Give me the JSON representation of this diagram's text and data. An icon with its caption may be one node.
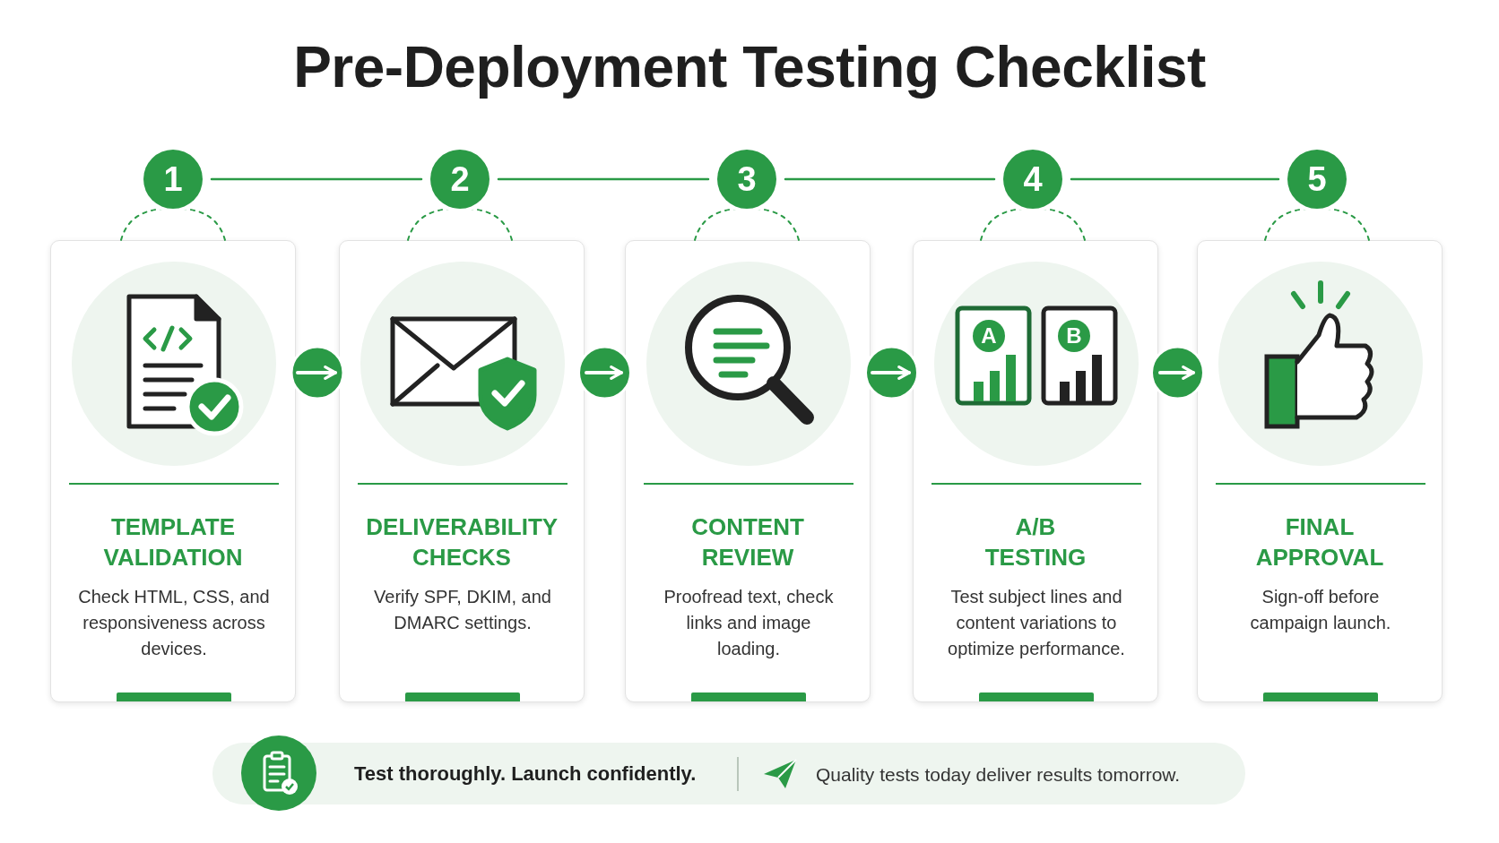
{
  "diagram": {
    "title": "Pre-Deployment Testing Checklist",
    "nodes": [
      {
        "text": [
          "1"
        ]
      },
      {
        "text": [
          "2"
        ]
      },
      {
        "text": [
          "3"
        ]
      },
      {
        "text": [
          "4"
        ]
      },
      {
        "text": [
          "5"
        ]
      },
      {
        "text": [
          "TEMPLATE VALIDATION",
          "Check HTML, CSS, and responsiveness across devices."
        ]
      },
      {
        "text": [
          "DELIVERABILITY CHECKS",
          "Verify SPF, DKIM, and DMARC settings."
        ]
      },
      {
        "text": [
          "CONTENT REVIEW",
          "Proofread text, check links and image loading."
        ]
      },
      {
        "text": [
          "A/B TESTING",
          "Test subject lines and content variations to optimize performance."
        ]
      },
      {
        "text": [
          "FINAL APPROVAL",
          "Sign-off before campaign launch."
        ]
      }
    ],
    "edges": [
      {
        "from": 0,
        "to": 1,
        "arrow": "none"
      },
      {
        "from": 1,
        "to": 2,
        "arrow": "none"
      },
      {
        "from": 2,
        "to": 3,
        "arrow": "none"
      },
      {
        "from": 3,
        "to": 4,
        "arrow": "none"
      },
      {
        "from": 0,
        "to": 5,
        "arrow": "none",
        "style": "dashed"
      },
      {
        "from": 1,
        "to": 6,
        "arrow": "none",
        "style": "dashed"
      },
      {
        "from": 2,
        "to": 7,
        "arrow": "none",
        "style": "dashed"
      },
      {
        "from": 3,
        "to": 8,
        "arrow": "none",
        "style": "dashed"
      },
      {
        "from": 4,
        "to": 9,
        "arrow": "none",
        "style": "dashed"
      },
      {
        "from": 5,
        "to": 6,
        "arrow": "to",
        "color": "#ffffff"
      },
      {
        "from": 6,
        "to": 7,
        "arrow": "to",
        "color": "#ffffff"
      },
      {
        "from": 7,
        "to": 8,
        "arrow": "to",
        "color": "#ffffff"
      },
      {
        "from": 8,
        "to": 9,
        "arrow": "to",
        "color": "#ffffff"
      }
    ],
    "labels": [
      "A",
      "B",
      "Test thoroughly. Launch confidently.",
      "Quality tests today deliver results tomorrow."
    ]
  }
}
